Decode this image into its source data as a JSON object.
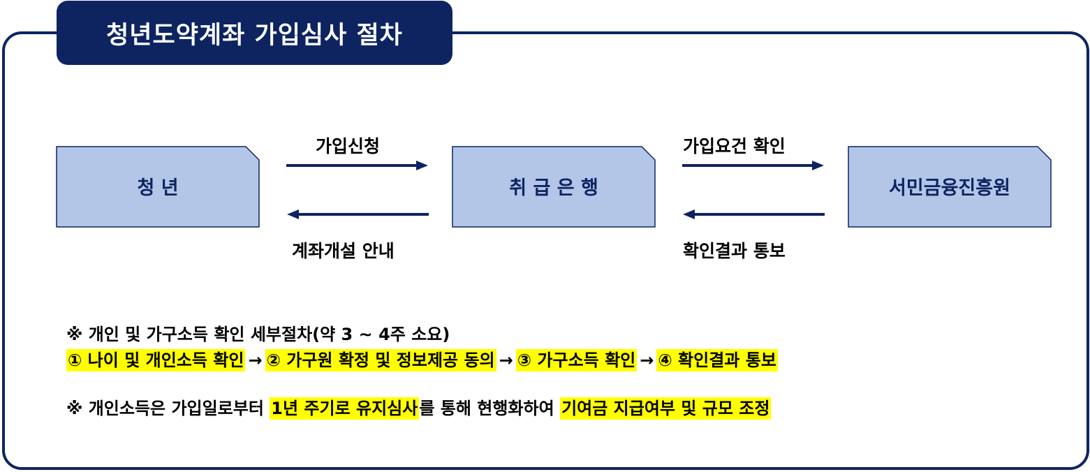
{
  "title": "청년도약계좌 가입심사 절차",
  "nodes": [
    {
      "id": "youth",
      "label": "청 년"
    },
    {
      "id": "bank",
      "label": "취 급 은 행"
    },
    {
      "id": "agency",
      "label": "서민금융진흥원"
    }
  ],
  "arrows": {
    "youth_to_bank": "가입신청",
    "bank_to_youth": "계좌개설 안내",
    "bank_to_agency": "가입요건 확인",
    "agency_to_bank": "확인결과 통보"
  },
  "notes": {
    "note1_title": "※ 개인 및 가구소득 확인 세부절차(약 3 ~ 4주 소요)",
    "step1": "① 나이 및 개인소득 확인",
    "arrow_symbol": "→",
    "step2": "② 가구원 확정 및 정보제공 동의",
    "step3": "③ 가구소득 확인",
    "step4": "④ 확인결과 통보",
    "note2_prefix": "※ 개인소득은 가입일로부터",
    "note2_highlight1": "1년 주기로 유지심사",
    "note2_middle": "를 통해 현행화하여",
    "note2_highlight2": "기여금 지급여부 및 규모 조정"
  },
  "colors": {
    "navy": "#0d2461",
    "box_fill": "#b4c6e7",
    "highlight": "#ffff00"
  }
}
